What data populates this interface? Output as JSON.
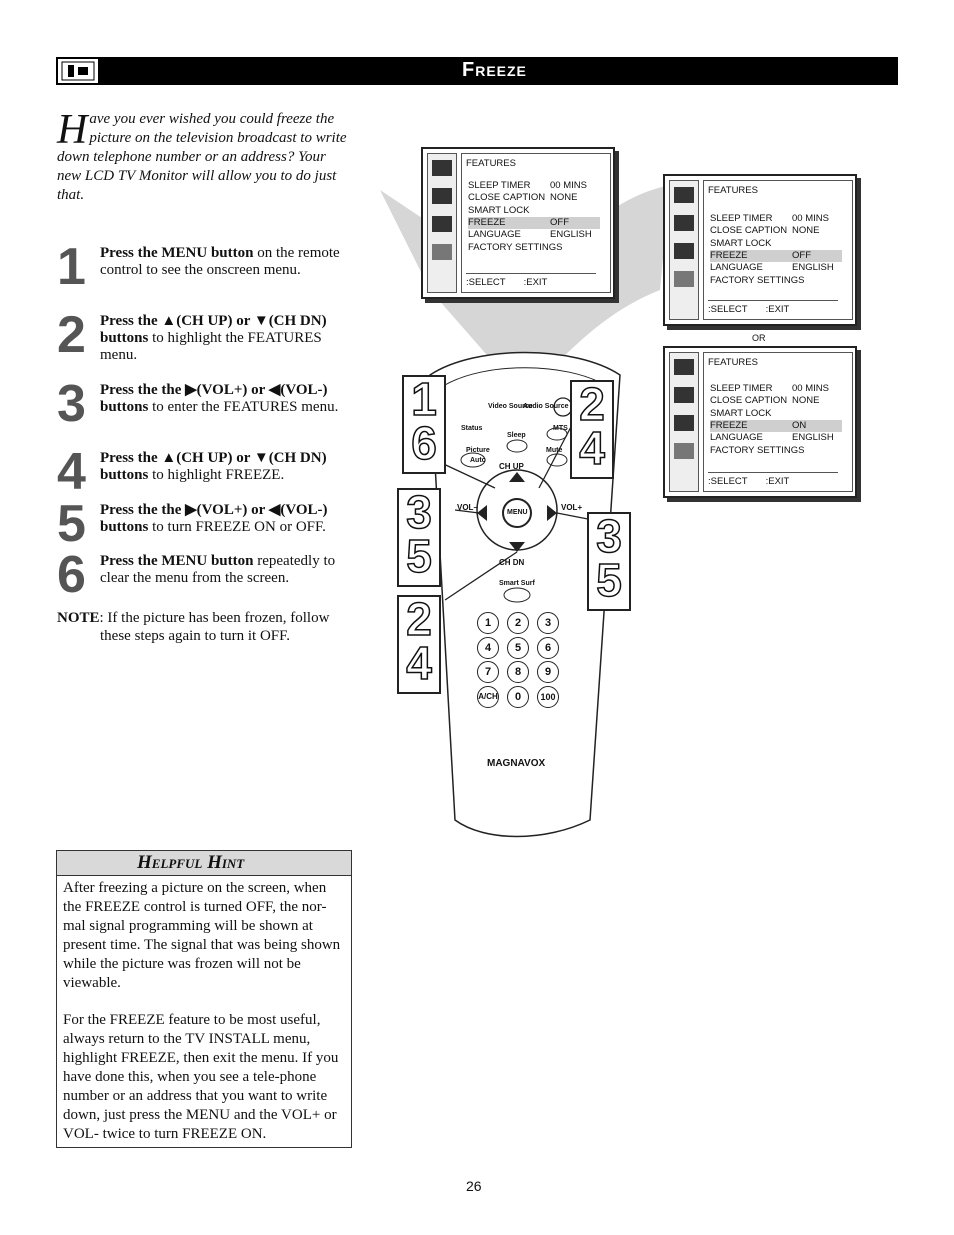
{
  "header": {
    "title": "Freeze",
    "icon": "features-icon"
  },
  "intro": {
    "drop_cap": "H",
    "text": "ave you ever wished you could freeze the picture on the television broadcast to write down telephone number or an address? Your new LCD TV Monitor will allow you to do just that."
  },
  "steps": [
    {
      "num": "1",
      "bold": "Press the MENU button",
      "rest": " on the remote control to see the onscreen menu."
    },
    {
      "num": "2",
      "bold": "Press the ▲(CH UP) or ▼(CH DN) buttons",
      "rest": " to highlight the FEATURES menu."
    },
    {
      "num": "3",
      "bold": "Press the the ▶(VOL+) or ◀(VOL-) buttons",
      "rest": " to enter the FEATURES menu."
    },
    {
      "num": "4",
      "bold": "Press the ▲(CH UP) or ▼(CH DN) buttons",
      "rest": " to highlight FREEZE."
    },
    {
      "num": "5",
      "bold": "Press the the ▶(VOL+) or ◀(VOL-) buttons",
      "rest": " to turn FREEZE ON or OFF."
    },
    {
      "num": "6",
      "bold": "Press the MENU button",
      "rest": " repeatedly to clear the menu from the screen."
    }
  ],
  "note": {
    "label": "NOTE",
    "text": ": If the picture has been frozen, follow",
    "text2": "these steps again to turn it OFF."
  },
  "hint": {
    "title": "Helpful Hint",
    "p1": "After freezing a picture on the screen, when the FREEZE control is turned OFF, the nor-mal signal programming will be shown at present time.  The signal that was being shown while the picture was frozen will not be viewable.",
    "p2": "For the FREEZE feature to be most useful, always return to the TV INSTALL menu, highlight FREEZE, then exit the menu.  If you have done this, when you see a tele-phone number or an address that you want to write down, just press the MENU and the VOL+ or VOL- twice to turn FREEZE ON."
  },
  "screens": [
    {
      "title": "FEATURES",
      "rows": [
        {
          "k": "SLEEP TIMER",
          "v": "00 MINS"
        },
        {
          "k": "CLOSE CAPTION",
          "v": "NONE"
        },
        {
          "k": "SMART LOCK",
          "v": ""
        },
        {
          "k": "FREEZE",
          "v": "OFF",
          "hl": true
        },
        {
          "k": "LANGUAGE",
          "v": "ENGLISH"
        },
        {
          "k": "FACTORY SETTINGS",
          "v": ""
        }
      ],
      "select": ":SELECT",
      "exit": ":EXIT"
    },
    {
      "title": "FEATURES",
      "rows": [
        {
          "k": "SLEEP TIMER",
          "v": "00 MINS"
        },
        {
          "k": "CLOSE CAPTION",
          "v": "NONE"
        },
        {
          "k": "SMART LOCK",
          "v": ""
        },
        {
          "k": "FREEZE",
          "v": "OFF",
          "hl": true
        },
        {
          "k": "LANGUAGE",
          "v": "ENGLISH"
        },
        {
          "k": "FACTORY SETTINGS",
          "v": ""
        }
      ],
      "select": ":SELECT",
      "exit": ":EXIT"
    },
    {
      "title": "FEATURES",
      "rows": [
        {
          "k": "SLEEP TIMER",
          "v": "00 MINS"
        },
        {
          "k": "CLOSE CAPTION",
          "v": "NONE"
        },
        {
          "k": "SMART LOCK",
          "v": ""
        },
        {
          "k": "FREEZE",
          "v": "ON",
          "hl": true
        },
        {
          "k": "LANGUAGE",
          "v": "ENGLISH"
        },
        {
          "k": "FACTORY SETTINGS",
          "v": ""
        }
      ],
      "select": ":SELECT",
      "exit": ":EXIT"
    }
  ],
  "or_label": "OR",
  "remote": {
    "brand": "MAGNAVOX",
    "labels": {
      "video_source": "Video Source",
      "audio_source": "Audio Source",
      "status": "Status",
      "mts": "MTS",
      "sleep": "Sleep",
      "picture": "Picture",
      "mute": "Mute",
      "auto": "Auto",
      "ch_up": "CH UP",
      "ch_dn": "CH DN",
      "vol_minus": "VOL–",
      "vol_plus": "VOL+",
      "menu": "MENU",
      "smart_surf": "Smart Surf"
    },
    "keys": [
      "1",
      "2",
      "3",
      "4",
      "5",
      "6",
      "7",
      "8",
      "9",
      "A/CH",
      "0",
      "100"
    ],
    "callouts": [
      "1",
      "6",
      "2",
      "4",
      "3",
      "5",
      "3",
      "5",
      "2",
      "4"
    ]
  },
  "page_number": "26"
}
